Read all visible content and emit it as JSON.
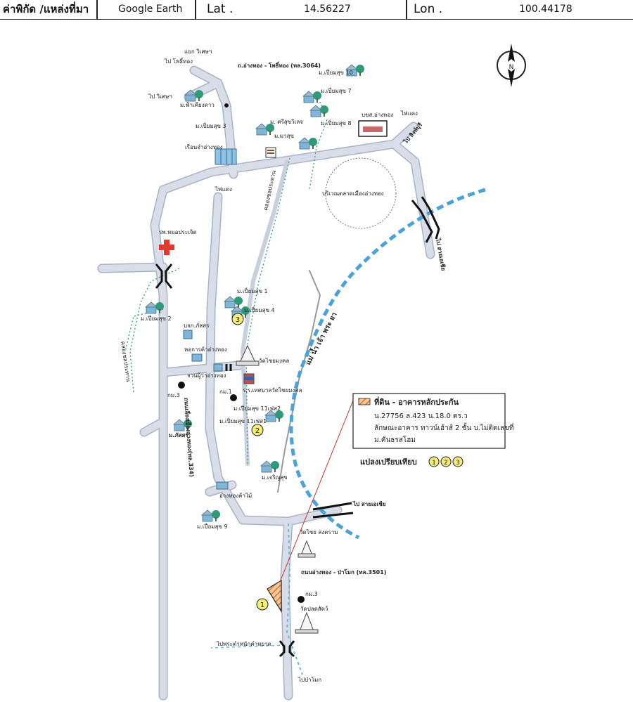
{
  "header": {
    "coord_label": "ค่าพิกัด /แหล่งที่มา",
    "source": "Google Earth",
    "lat_label": "Lat .",
    "lat_value": "14.56227",
    "lon_label": "Lon .",
    "lon_value": "100.44178"
  },
  "compass": {
    "north": "N"
  },
  "labels": {
    "jct_wisetchai": "แยก วิเศษฯ",
    "to_photong": "ไป โพธิ์ทอง",
    "to_wisetchai": "ไป วิเศษฯ",
    "mb_fakiangdao": "ม.ฟ้าเคียงดาว",
    "road_3064": "ถ.อ่างทอง - โพธิ์ทอง (ทล.3064)",
    "mb_pianfsuk10": "ม.เปี่ยมสุข 10",
    "mb_pianfsuk7": "ม.เปี่ยมสุข 7",
    "mb_pianfsuk8": "ม.เปี่ยมสุข 8",
    "mb_pianfsuk3": "ม.เปี่ยมสุข 3",
    "mb_srisukwilet": "ม. ศรีสุขวิเลจ",
    "mb_masuk": "ม.มาสุข",
    "prison": "เรือนจำอ่างทอง",
    "bks": "บขส.อ่างทอง",
    "traffic_light_1": "ไฟแดง",
    "to_singburi": "ไป สิงห์บุรี",
    "market_area": "บริเวณตลาดเมืองอ่างทอง",
    "traffic_light_2": "ไฟแดง",
    "canal_road": "คลองชลประทาน",
    "hospital": "รพ.หมอประเจิด",
    "to_chaiyo": "ไป สายเอเชีย",
    "mb_pianfsuk1": "ม.เปี่ยมสุข 1",
    "mb_pianfsuk4": "ม.เปี่ยมสุข 4",
    "mb_pianfsuk2": "ม.เปี่ยมสุข 2",
    "bks_phatsorn": "บจก.ภัสสร",
    "canal_label": "คลองชลประทาน",
    "river": "แม่ น้ำ เจ้า พระ ยา",
    "chamber": "หอการค้าอ่างทอง",
    "wat_chaimongkhon": "วัดไชยมงคล",
    "governor": "จวนผู้ว่าอ่างทอง",
    "school": "ร.ร.เทศบาลวัดไชยมงคล",
    "km3_left": "กม.3",
    "km1": "กม.1",
    "mb_pianfsuk11_2": "ม.เปี่ยมสุข 11เฟส2",
    "mb_pianfsuk11_1": "ม.เปี่ยมสุข 11เฟส1",
    "mb_phatsorn": "ม.ภัสสร",
    "main_road": "ถนนเลี่ยงเมืองอ่างทอง(ทล.334)",
    "mb_charoensuk": "ม.เจริญสุข",
    "angthong_wood": "อ่างทองค้าไม้",
    "to_asia": "ไป สายเอเชีย",
    "mb_pianfsuk9": "ม.เปี่ยมสุข 9",
    "wat_chaisongkhram": "วัดไชย สงคราม",
    "road_3501": "ถนนอ่างทอง - ป่าโมก (ทล.3501)",
    "km3_bottom": "กม.3",
    "wat_pathumsat": "วัดปลดสัตว์",
    "to_palace": "ไปพระตำหนักคำหยาด",
    "to_pamok": "ไปป่าโมก"
  },
  "legend": {
    "title": "ที่ดิน - อาคารหลักประกัน",
    "line1": "น.27756 ล.423 น.18.0 ตร.ว",
    "line2": "ลักษณะอาคาร ทาวน์เฮ้าส์ 2 ชั้น บ.ไม่ติดเลขที่",
    "line3": "ม.คันธรสโฮม",
    "compare_label": "แปลงเปรียบเทียบ",
    "compare_1": "1",
    "compare_2": "2",
    "compare_3": "3"
  },
  "markers": {
    "subject": "1",
    "comp2": "2",
    "comp3": "3"
  },
  "colors": {
    "road": "#cfd5e2",
    "road_edge": "#aab3c6",
    "river": "#4aa3d8",
    "canal": "#3aa37a",
    "marker_fill": "#f5ec7a",
    "subject_hatch": "#d9772a",
    "hospital": "#e23b2e"
  }
}
